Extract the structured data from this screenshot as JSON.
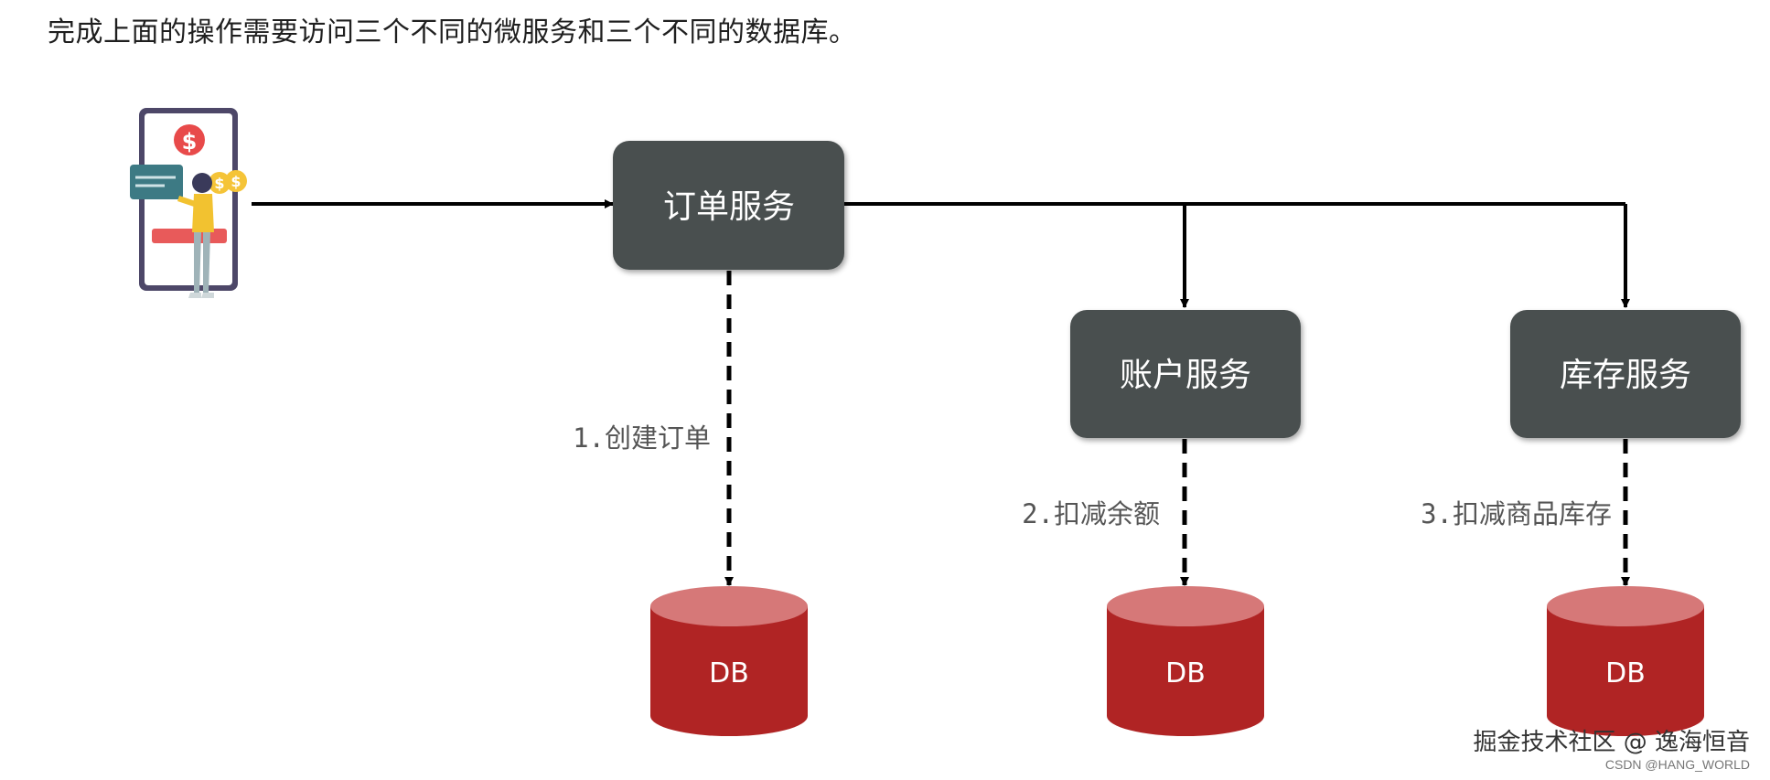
{
  "intro_text": "完成上面的操作需要访问三个不同的微服务和三个不同的数据库。",
  "client_illustration": "mobile-payment-illustration",
  "services": {
    "order": "订单服务",
    "account": "账户服务",
    "inventory": "库存服务"
  },
  "steps": {
    "order": "1.创建订单",
    "account": "2.扣减余额",
    "inventory": "3.扣减商品库存"
  },
  "databases": {
    "order": "DB",
    "account": "DB",
    "inventory": "DB"
  },
  "watermark": {
    "main": "掘金技术社区 @ 逸海恒音",
    "sub": "CSDN @HANG_WORLD"
  },
  "colors": {
    "service_box": "#4a4f4f",
    "db_body": "#b02424",
    "db_top": "#d67878",
    "arrow": "#000000"
  }
}
